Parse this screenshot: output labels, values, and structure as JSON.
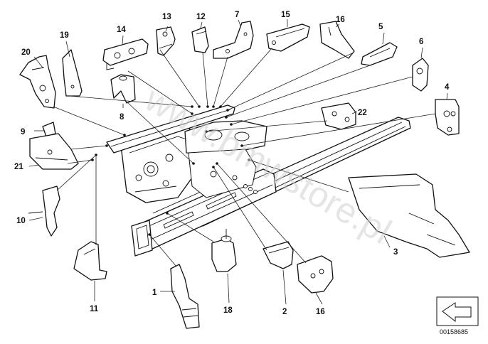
{
  "watermark": "www.bmwstore.pl",
  "diagram_id": "00158685",
  "callouts": [
    "1",
    "2",
    "3",
    "4",
    "5",
    "6",
    "7",
    "8",
    "9",
    "10",
    "11",
    "12",
    "13",
    "14",
    "15",
    "16",
    "16",
    "18",
    "19",
    "20",
    "21",
    "22"
  ]
}
